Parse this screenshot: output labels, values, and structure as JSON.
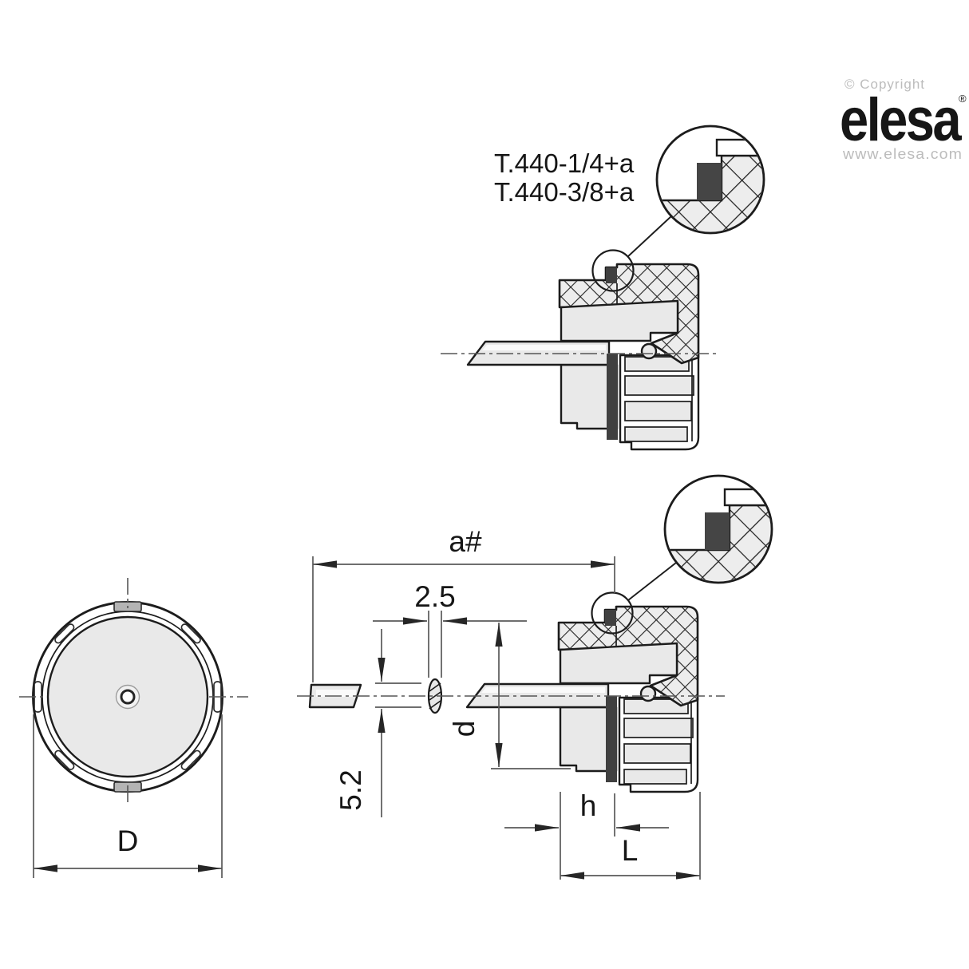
{
  "branding": {
    "copyright": "© Copyright",
    "logo_text": "elesa",
    "registered_mark": "®",
    "website": "www.elesa.com"
  },
  "callout": {
    "labels": [
      "T.440-1/4+a",
      "T.440-3/8+a"
    ]
  },
  "front_view": {
    "diameter_label": "D"
  },
  "section_view": {
    "overall_label": "a#",
    "wing_width_label": "2.5",
    "wing_thickness_label": "5.2",
    "thread_diameter_label": "d",
    "thread_length_label": "h",
    "total_length_label": "L"
  },
  "colors": {
    "outline": "#1c1c1c",
    "dimension_line": "#5a5a5a",
    "fill_light": "#e9e9e9",
    "seal_dark": "#404040",
    "logo_gray": "#c6c6c6",
    "footer_gray": "#b8b8b8"
  }
}
